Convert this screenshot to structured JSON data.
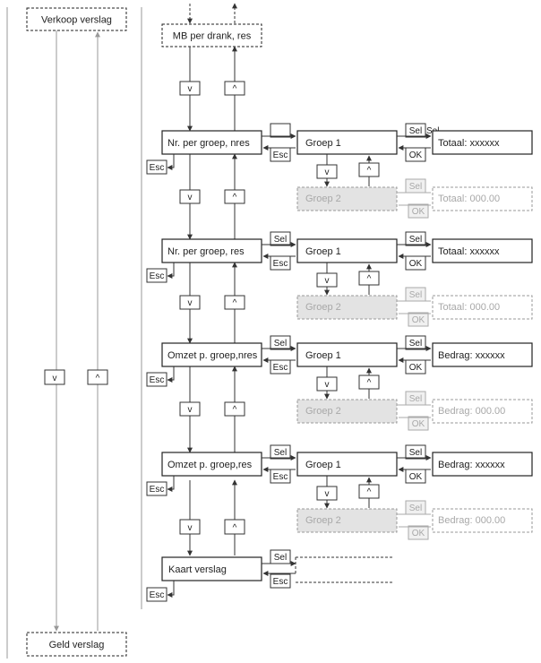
{
  "left_column": {
    "top_label": "Verkoop verslag",
    "bottom_label": "Geld verslag",
    "down_key": "v",
    "up_key": "^"
  },
  "main": {
    "top_label": "MB per drank, res",
    "bottom_label": "Kaart verslag",
    "down_key": "v",
    "up_key": "^",
    "esc_key": "Esc",
    "sel_key": "Sel",
    "ok_key": "OK",
    "sections": [
      {
        "label": "Nr. per groep, nres",
        "group1": "Groep 1",
        "group2": "Groep 2",
        "result": "Totaal: xxxxxx",
        "result_ghost": "Totaal: 000.00",
        "top_key": "",
        "top_result_key": "Sel",
        "top_key_suffix": "Sel"
      },
      {
        "label": "Nr. per groep, res",
        "group1": "Groep 1",
        "group2": "Groep 2",
        "result": "Totaal: xxxxxx",
        "result_ghost": "Totaal: 000.00",
        "top_key": "Sel",
        "top_result_key": "Sel",
        "top_key_suffix": ""
      },
      {
        "label": "Omzet p. groep,nres",
        "group1": "Groep 1",
        "group2": "Groep 2",
        "result": "Bedrag: xxxxxx",
        "result_ghost": "Bedrag: 000.00",
        "top_key": "Sel",
        "top_result_key": "Sel",
        "top_key_suffix": ""
      },
      {
        "label": "Omzet p. groep,res",
        "group1": "Groep 1",
        "group2": "Groep 2",
        "result": "Bedrag: xxxxxx",
        "result_ghost": "Bedrag: 000.00",
        "top_key": "Sel",
        "top_result_key": "Sel",
        "top_key_suffix": ""
      }
    ]
  }
}
